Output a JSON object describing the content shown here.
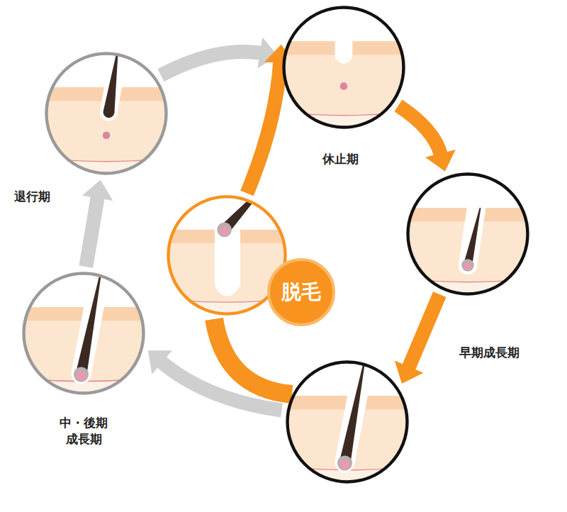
{
  "diagram": {
    "nodes": [
      {
        "text": [
          "休止期"
        ]
      },
      {
        "text": [
          "退行期"
        ]
      },
      {
        "text": [
          "早期成長期"
        ]
      },
      {
        "text": [
          "脱毛"
        ]
      },
      {
        "text": [
          "中・後期 成長期"
        ]
      }
    ],
    "edges": [
      {
        "from": 4,
        "to": 1,
        "arrow": "to"
      },
      {
        "from": 1,
        "to": 0,
        "arrow": "to"
      },
      {
        "from": 0,
        "to": 2,
        "arrow": "to"
      },
      {
        "from": 3,
        "to": 0,
        "arrow": "to"
      }
    ]
  }
}
